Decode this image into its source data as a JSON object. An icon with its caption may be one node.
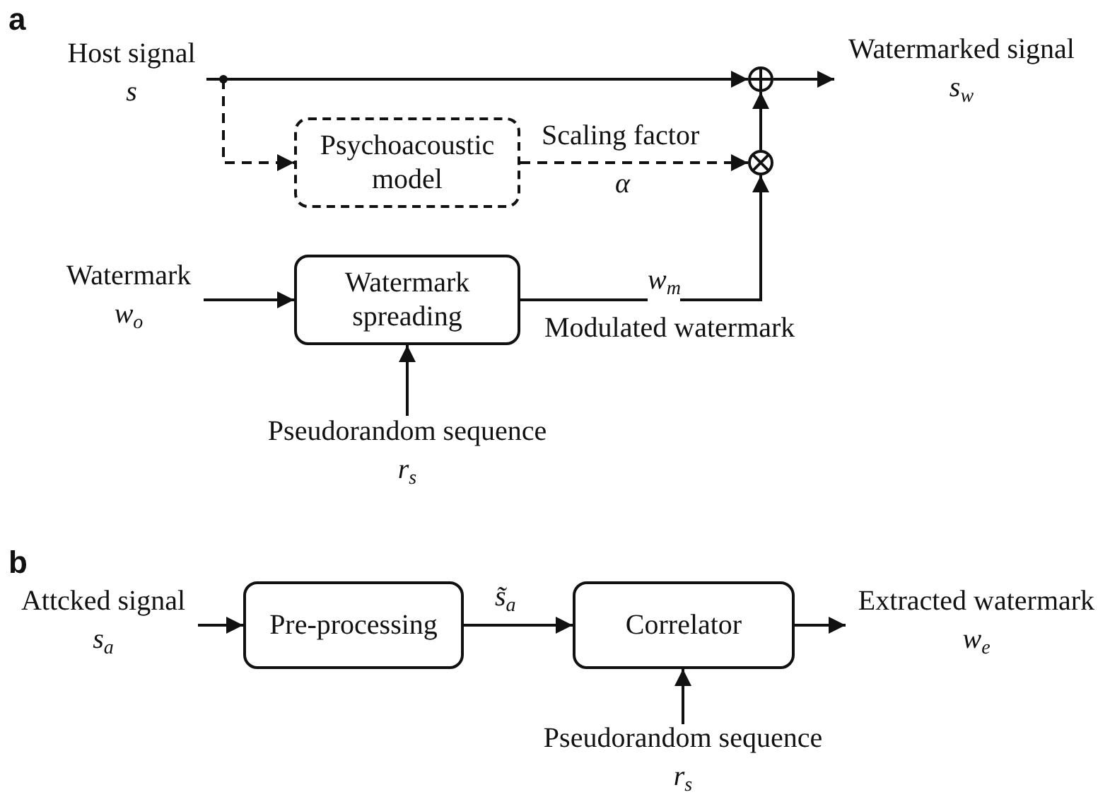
{
  "diagram": {
    "nodes": [
      {
        "text": [
          "Host signal",
          "s"
        ]
      },
      {
        "text": [
          "Psychoacoustic model"
        ]
      },
      {
        "text": [],
        "shape": "circle"
      },
      {
        "text": [],
        "shape": "circle"
      },
      {
        "text": [
          "Watermarked signal",
          "s$_{w}$"
        ]
      },
      {
        "text": [
          "Watermark",
          "w$_{o}$"
        ]
      },
      {
        "text": [
          "Watermark spreading"
        ]
      },
      {
        "text": [
          "Pseudorandom sequence",
          "r$_{s}$"
        ]
      },
      {
        "text": [
          "Attcked signal",
          "s$_{a}$"
        ]
      },
      {
        "text": [
          "Pre-processing"
        ]
      },
      {
        "text": [
          "Correlator"
        ]
      },
      {
        "text": [
          "Extracted watermark",
          "w$_{e}$"
        ]
      },
      {
        "text": [
          "Pseudorandom sequence",
          "r$_{s}$"
        ]
      }
    ],
    "edges": [
      {
        "from": 0,
        "to": 2,
        "arrow": "to"
      },
      {
        "from": 0,
        "to": 1,
        "arrow": "to",
        "style": "dashed"
      },
      {
        "from": 1,
        "to": 3,
        "arrow": "to",
        "style": "dashed",
        "label": "Scaling factor"
      },
      {
        "from": 3,
        "to": 2,
        "arrow": "to"
      },
      {
        "from": 6,
        "to": 3,
        "arrow": "to",
        "label": "w$_{m}$"
      },
      {
        "from": 2,
        "to": 4,
        "arrow": "to"
      },
      {
        "from": 5,
        "to": 6,
        "arrow": "to"
      },
      {
        "from": 7,
        "to": 6,
        "arrow": "to"
      },
      {
        "from": 8,
        "to": 9,
        "arrow": "to"
      },
      {
        "from": 9,
        "to": 10,
        "arrow": "to",
        "label": "s̃$_{a}$"
      },
      {
        "from": 10,
        "to": 11,
        "arrow": "to"
      },
      {
        "from": 12,
        "to": 10,
        "arrow": "to"
      }
    ],
    "labels": [
      "a",
      "α",
      "Modulated watermark",
      "b"
    ]
  }
}
